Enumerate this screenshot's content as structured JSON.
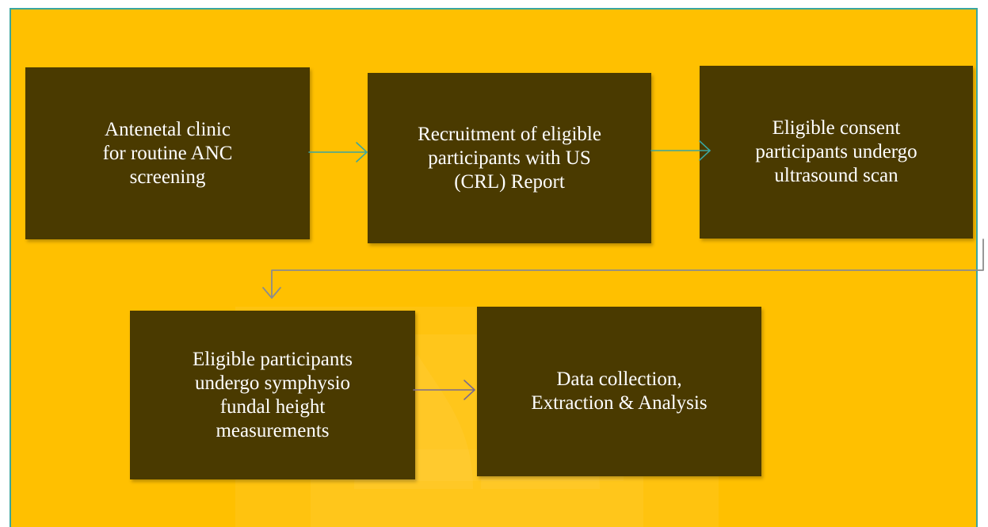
{
  "colors": {
    "background": "#FFC000",
    "box_fill": "#4A3A00",
    "text": "#FFFFFF",
    "frame_border": "#3AA6A0",
    "arrow_teal": "#3AA6A0",
    "arrow_grey": "#8C8C8C",
    "arrow_purple": "#7B6A8E"
  },
  "watermark": {
    "icon": "crest-watermark-icon"
  },
  "steps": [
    {
      "id": "antenatal-clinic",
      "lines": [
        "Antenetal clinic",
        "for routine ANC",
        "screening"
      ]
    },
    {
      "id": "recruitment",
      "lines": [
        "Recruitment of eligible",
        "participants with US",
        "(CRL) Report"
      ]
    },
    {
      "id": "ultrasound-scan",
      "lines": [
        "Eligible consent",
        "participants undergo",
        "ultrasound scan"
      ]
    },
    {
      "id": "symphysio-fundal",
      "lines": [
        "Eligible participants",
        "undergo symphysio",
        "fundal height",
        "measurements"
      ]
    },
    {
      "id": "data-collection",
      "lines": [
        "Data collection,",
        "Extraction & Analysis"
      ]
    }
  ],
  "connectors": [
    {
      "from": "antenatal-clinic",
      "to": "recruitment",
      "color": "teal"
    },
    {
      "from": "recruitment",
      "to": "ultrasound-scan",
      "color": "teal"
    },
    {
      "from": "ultrasound-scan",
      "to": "symphysio-fundal",
      "color": "grey"
    },
    {
      "from": "symphysio-fundal",
      "to": "data-collection",
      "color": "purple"
    }
  ]
}
